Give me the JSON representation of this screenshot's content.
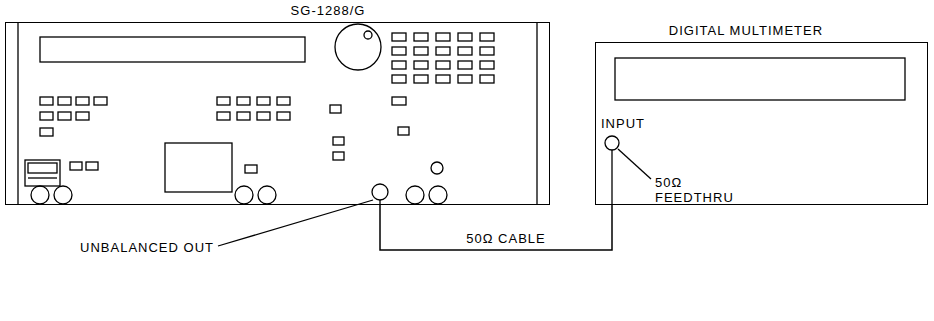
{
  "diagram": {
    "nodes": [
      {
        "text": [
          "SG-1288/G"
        ]
      },
      {
        "text": [
          "DIGITAL MULTIMETER"
        ]
      }
    ],
    "edges": [
      {
        "from": 0,
        "to": 1,
        "arrow": "none",
        "label": "50Ω CABLE"
      }
    ],
    "labels": [
      "UNBALANCED OUT",
      "INPUT",
      "50Ω FEEDTHRU"
    ]
  }
}
